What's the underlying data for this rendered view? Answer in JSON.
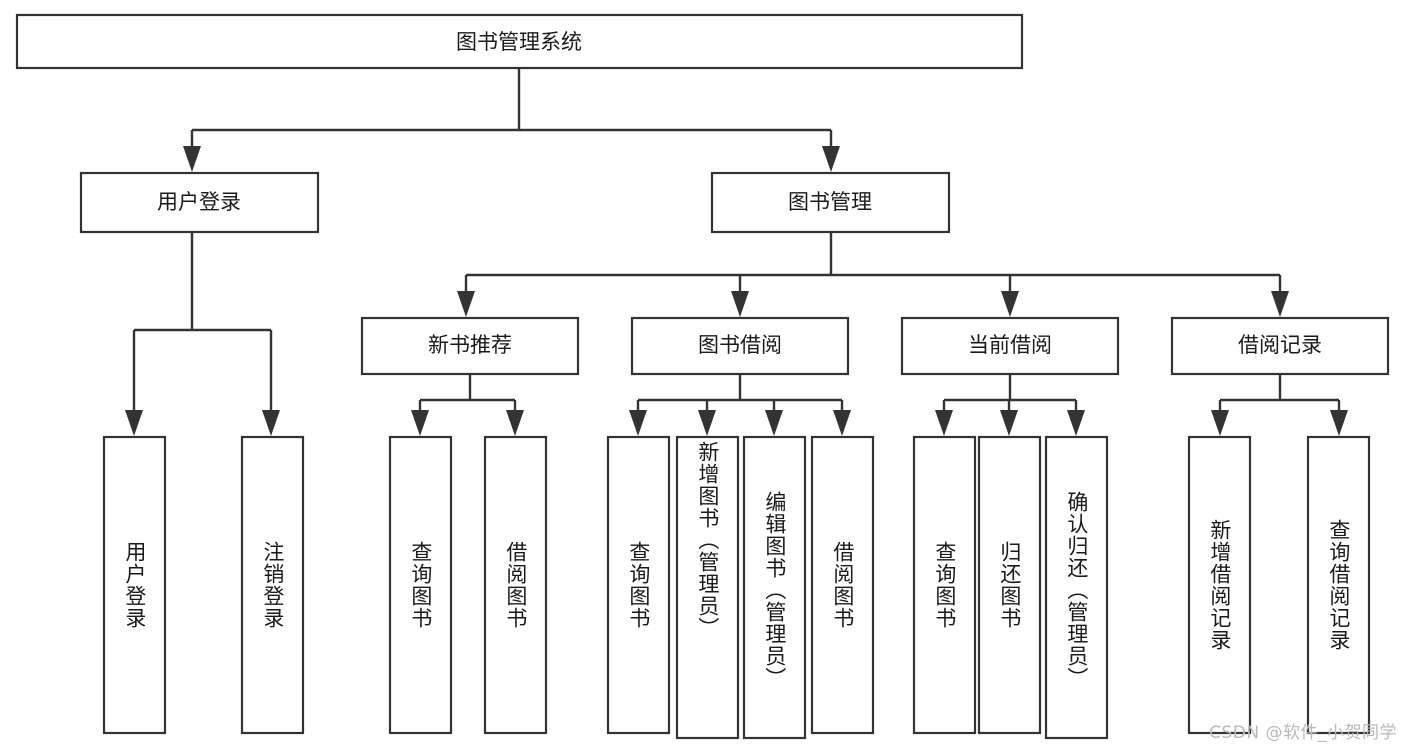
{
  "diagram": {
    "type": "tree-hierarchy",
    "title_node": "图书管理系统",
    "colors": {
      "box_stroke": "#333333",
      "box_fill": "#ffffff",
      "connector": "#333333",
      "text": "#1a1a1a",
      "watermark": "#b9b9b9",
      "background": "#ffffff"
    },
    "levels": {
      "root": "图书管理系统",
      "level2": [
        "用户登录",
        "图书管理"
      ],
      "level3": [
        "新书推荐",
        "图书借阅",
        "当前借阅",
        "借阅记录"
      ]
    },
    "nodes": {
      "root": {
        "label": "图书管理系统"
      },
      "user_login": {
        "label": "用户登录"
      },
      "book_manage": {
        "label": "图书管理"
      },
      "new_book_rec": {
        "label": "新书推荐"
      },
      "book_borrow": {
        "label": "图书借阅"
      },
      "current_borrow": {
        "label": "当前借阅"
      },
      "borrow_record": {
        "label": "借阅记录"
      }
    },
    "leaves": {
      "user_login": [
        {
          "label": "用户登录"
        },
        {
          "label": "注销登录"
        }
      ],
      "new_book_rec": [
        {
          "label": "查询图书"
        },
        {
          "label": "借阅图书"
        }
      ],
      "book_borrow": [
        {
          "label": "查询图书"
        },
        {
          "label": "新增图书（管理员）"
        },
        {
          "label": "编辑图书（管理员）"
        },
        {
          "label": "借阅图书"
        }
      ],
      "current_borrow": [
        {
          "label": "查询图书"
        },
        {
          "label": "归还图书"
        },
        {
          "label": "确认归还（管理员）"
        }
      ],
      "borrow_record": [
        {
          "label": "新增借阅记录"
        },
        {
          "label": "查询借阅记录"
        }
      ]
    },
    "watermark": "CSDN @软件_小贺同学"
  }
}
